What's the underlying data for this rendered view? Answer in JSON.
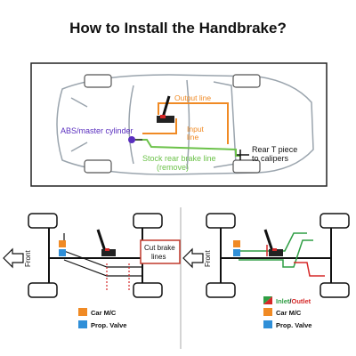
{
  "title": "How to Install the Handbrake?",
  "top_diagram": {
    "abs_label": "ABS/master cylinder",
    "output_line": "Output line",
    "input_line_1": "Input",
    "input_line_2": "line",
    "stock_line_1": "Stock rear brake line",
    "stock_line_2": "(remove)",
    "rear_t_1": "Rear T piece",
    "rear_t_2": "to calipers"
  },
  "left_diagram": {
    "front_label": "Front",
    "cut_1": "Cut brake",
    "cut_2": "lines",
    "legend": [
      {
        "label": "Car M/C",
        "color": "#f08a24"
      },
      {
        "label": "Prop. Valve",
        "color": "#2f8fd8"
      }
    ]
  },
  "right_diagram": {
    "front_label": "Front",
    "legend_inlet": "Inlet",
    "legend_sep": "/",
    "legend_outlet": "Outlet",
    "legend": [
      {
        "label": "Car M/C",
        "color": "#f08a24"
      },
      {
        "label": "Prop. Valve",
        "color": "#2f8fd8"
      }
    ]
  },
  "colors": {
    "car_outline": "#9aa4ad",
    "output_line": "#f08a24",
    "input_line": "#f08a24",
    "stock_line": "#6cc24a",
    "abs_dot": "#5a2fbf",
    "inlet_green": "#2f9e44",
    "outlet_red": "#d62828",
    "cut_box": "#c0392b"
  }
}
